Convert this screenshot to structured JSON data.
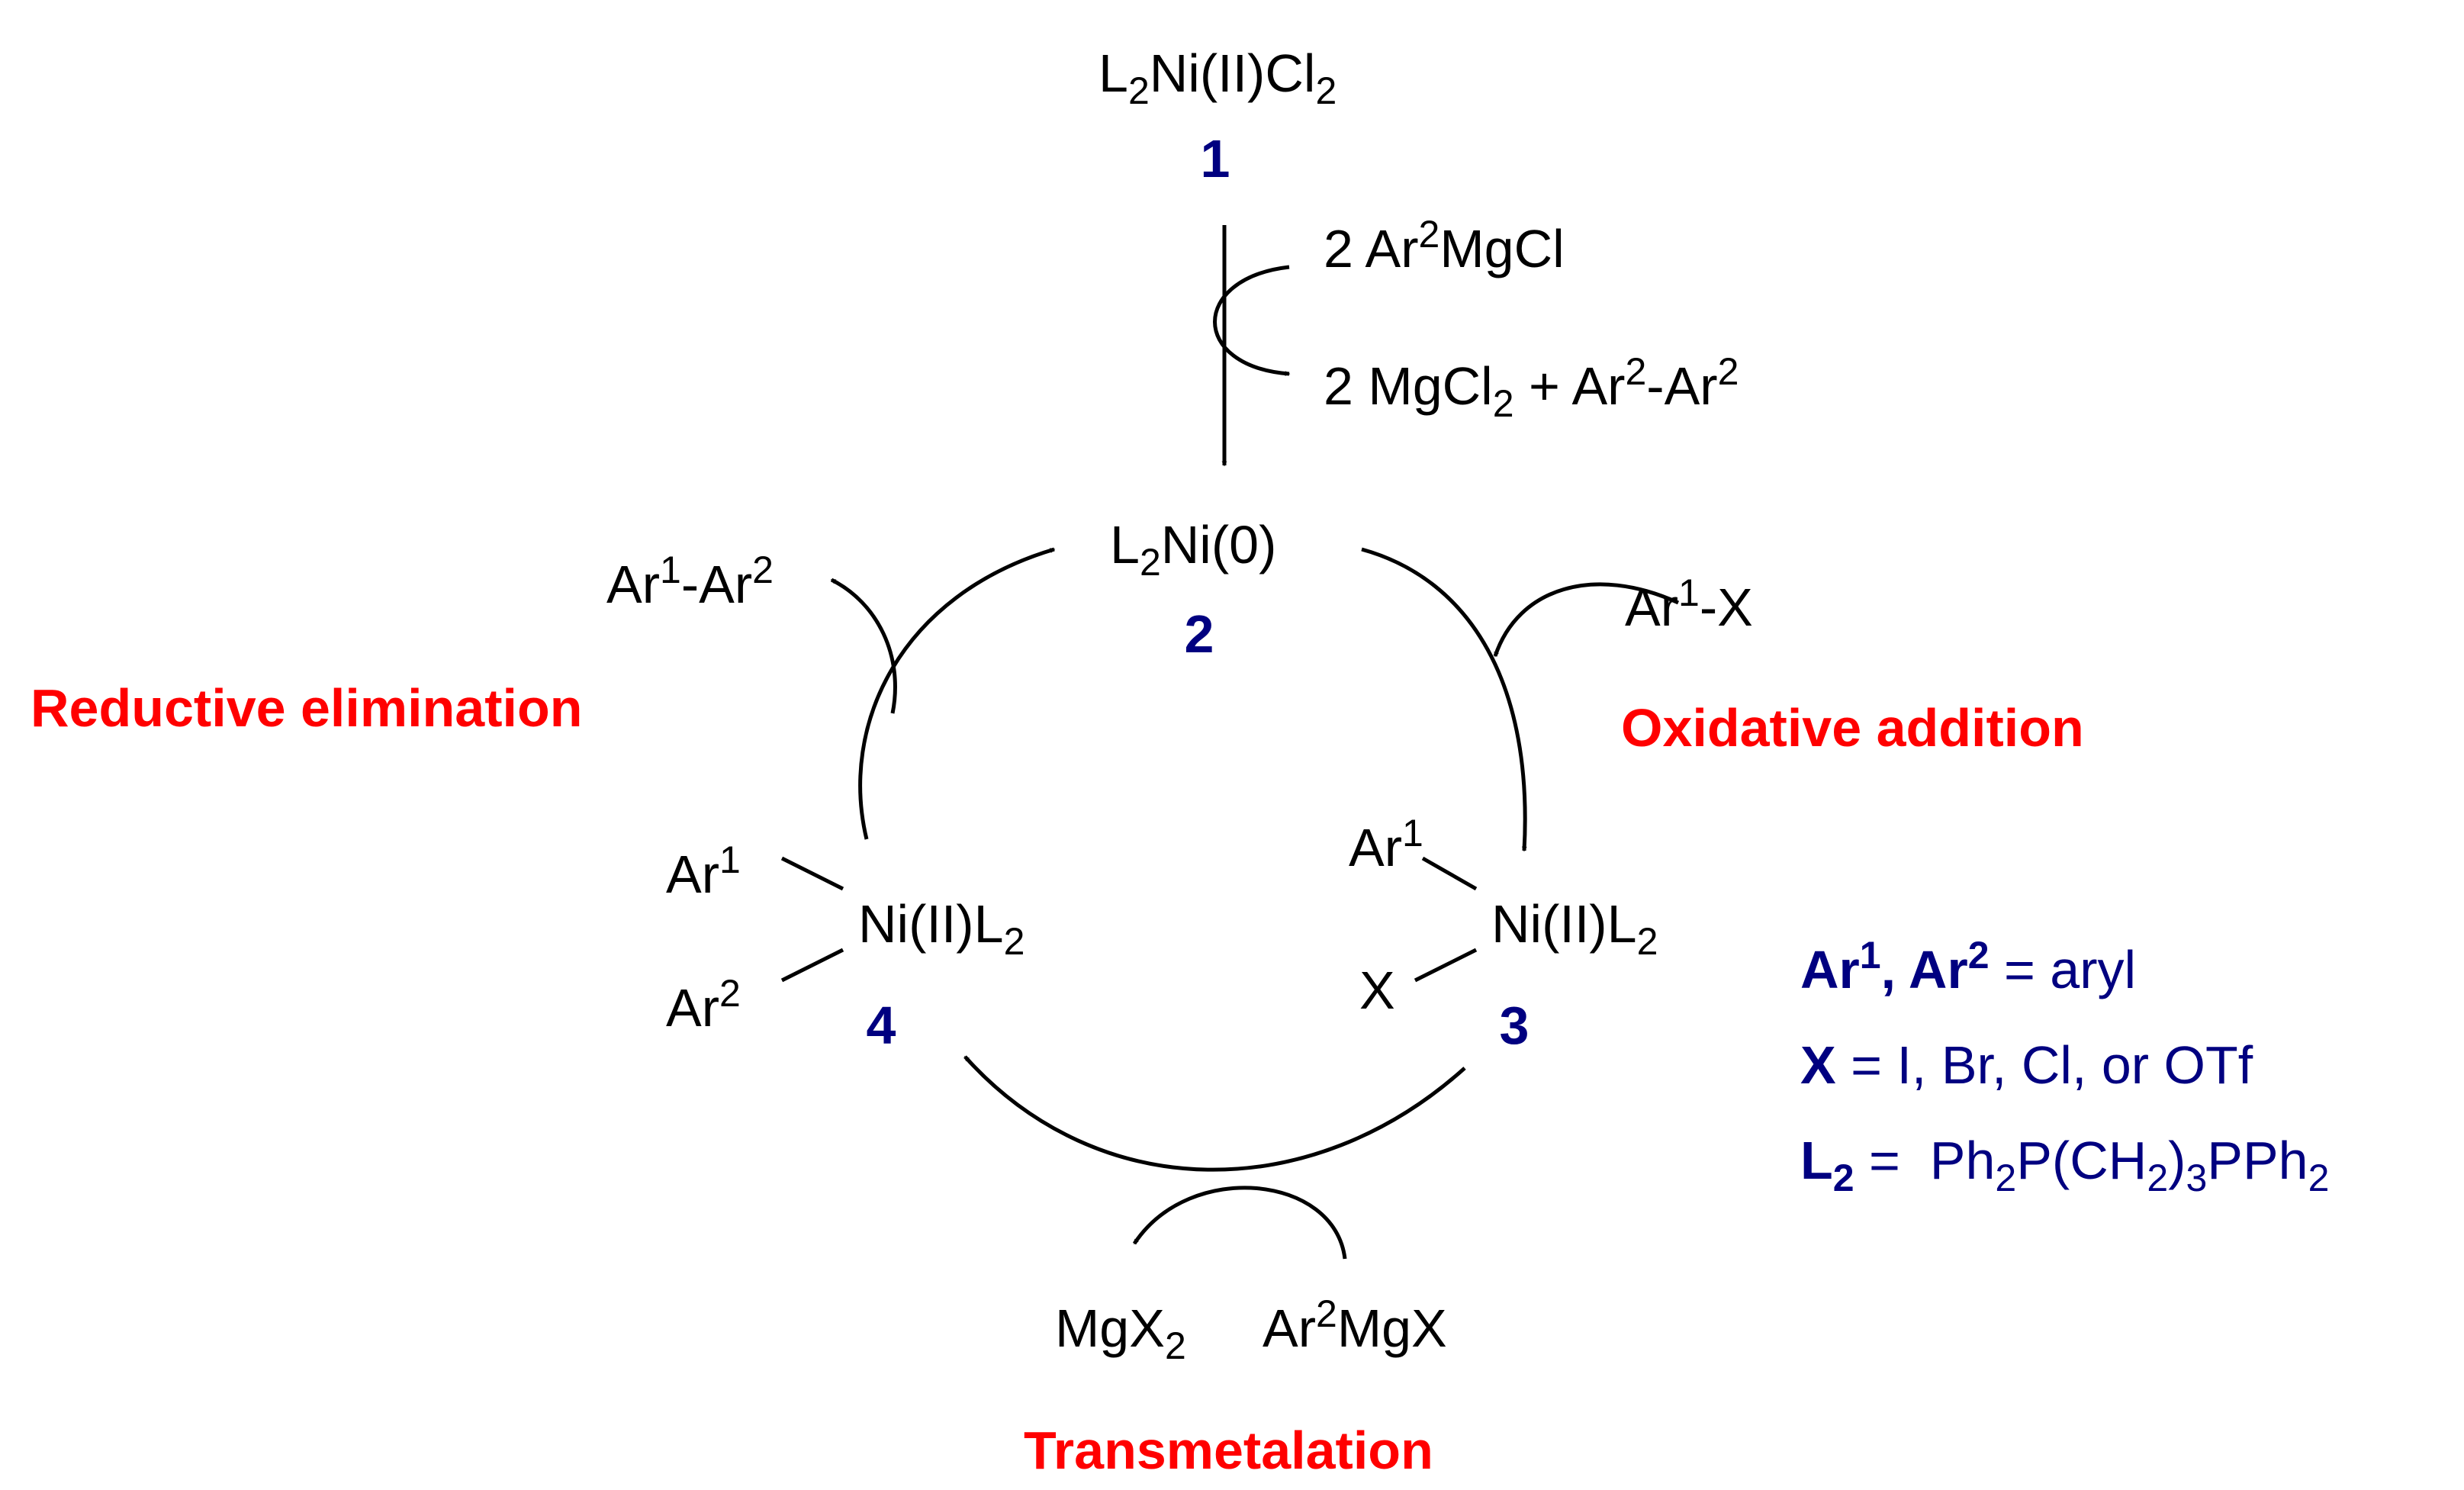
{
  "diagram": {
    "start": {
      "L": "L",
      "L_sub": "2",
      "body": "Ni(II)Cl",
      "Cl_sub": "2",
      "label": "1"
    },
    "activation": {
      "reagent": {
        "prefix": "2 Ar",
        "sup": "2",
        "suffix": "MgCl"
      },
      "products": {
        "p1": "2 MgCl",
        "p1_sub": "2",
        "p2": " + Ar",
        "p2_sup": "2",
        "p3": "-Ar",
        "p3_sup": "2"
      }
    },
    "ni0": {
      "L": "L",
      "L_sub": "2",
      "body": "Ni(0)",
      "label": "2"
    },
    "oxidative_addition": {
      "title": "Oxidative addition",
      "reagent": {
        "ar": "Ar",
        "sup": "1",
        "rest": "-X"
      }
    },
    "complex3": {
      "ar": "Ar",
      "ar_sup": "1",
      "ni": "Ni(II)L",
      "ni_sub": "2",
      "x": "X",
      "label": "3"
    },
    "complex4": {
      "ar1": "Ar",
      "ar1_sup": "1",
      "ar2": "Ar",
      "ar2_sup": "2",
      "ni": "Ni(II)L",
      "ni_sub": "2",
      "label": "4"
    },
    "transmetalation": {
      "title": "Transmetalation",
      "byproduct": {
        "main": "MgX",
        "sub": "2"
      },
      "reagent": {
        "ar": "Ar",
        "sup": "2",
        "rest": "MgX"
      }
    },
    "reductive_elimination": {
      "title": "Reductive elimination",
      "product": {
        "a": "Ar",
        "a_sup": "1",
        "mid": "-Ar",
        "b_sup": "2"
      }
    },
    "legend": {
      "line1": {
        "ar1": "Ar",
        "ar1_sup": "1",
        "comma": ", Ar",
        "ar2_sup": "2",
        "rest": " = aryl"
      },
      "line2": {
        "x": "X",
        "rest": " = I, Br, Cl, or OTf"
      },
      "line3": {
        "l": "L",
        "l_sub": "2",
        "eq": " =  Ph",
        "s1": "2",
        "t1": "P(CH",
        "s2": "2",
        "t2": ")",
        "s3": "3",
        "t3": "PPh",
        "s4": "2"
      }
    }
  },
  "colors": {
    "label": "#000080",
    "step": "#ff0000",
    "text": "#000000"
  }
}
